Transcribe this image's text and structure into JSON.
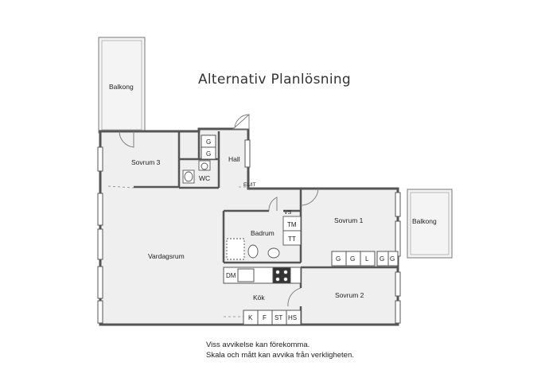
{
  "title": "Alternativ Planlösning",
  "rooms": {
    "balkong_left": "Balkong",
    "sovrum3": "Sovrum 3",
    "hall": "Hall",
    "wc": "WC",
    "elit": "EL/IT",
    "vardagsrum": "Vardagsrum",
    "badrum": "Badrum",
    "vs": "VS",
    "tm": "TM",
    "tt": "TT",
    "sovrum1": "Sovrum 1",
    "balkong_right": "Balkong",
    "sovrum2": "Sovrum 2",
    "kok": "Kök",
    "dm": "DM"
  },
  "storage": {
    "hall_g1": "G",
    "hall_g2": "G",
    "s1_g1": "G",
    "s1_g2": "G",
    "s1_l": "L",
    "s1_g3": "G",
    "s1_g4": "G",
    "kok_k": "K",
    "kok_f": "F",
    "kok_st": "ST",
    "kok_hs": "HS"
  },
  "notes": {
    "line1": "Viss avvikelse kan förekomma.",
    "line2": "Skala och mått kan avvika från verkligheten."
  },
  "colors": {
    "floor": "#efefef",
    "wall": "#555555",
    "line": "#777777"
  }
}
